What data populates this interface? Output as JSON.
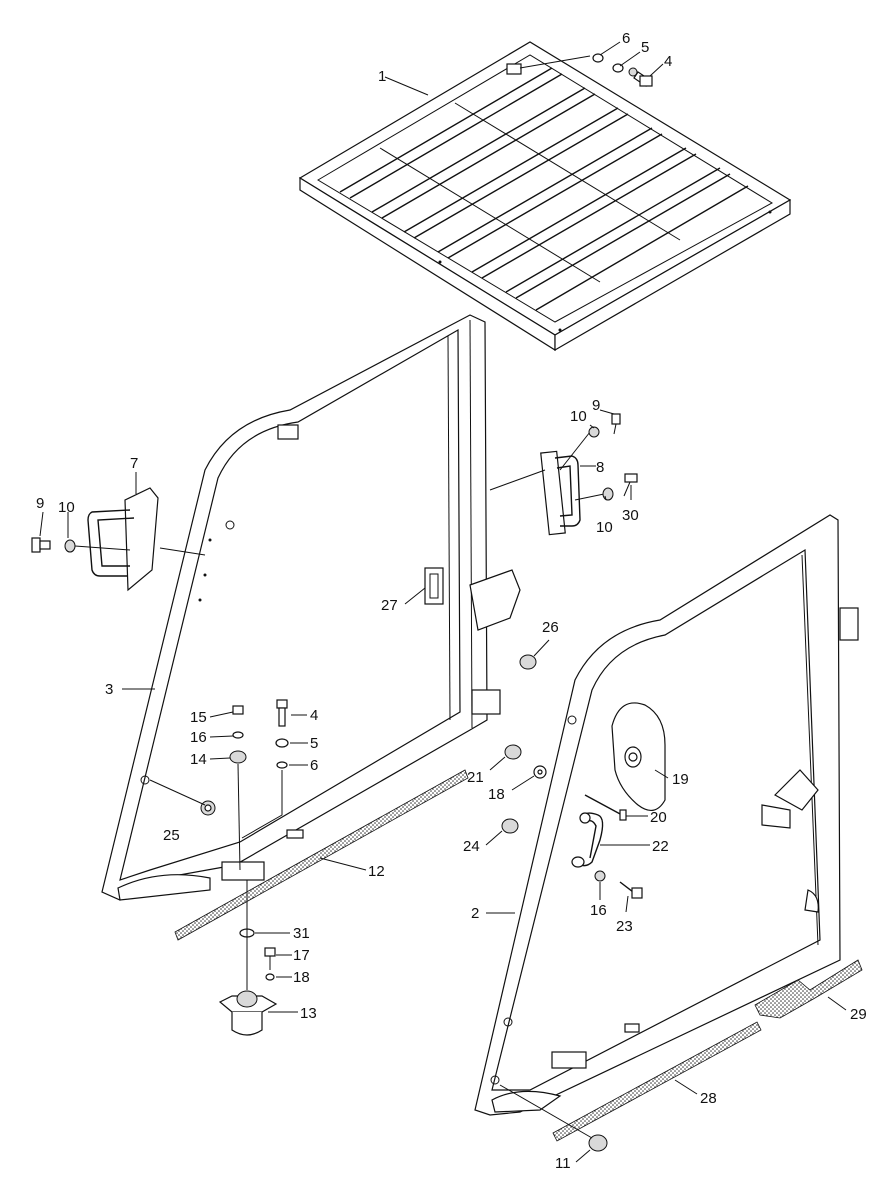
{
  "diagram": {
    "type": "exploded-parts-view",
    "callouts": [
      {
        "id": "c1",
        "text": "1"
      },
      {
        "id": "c4a",
        "text": "4"
      },
      {
        "id": "c5a",
        "text": "5"
      },
      {
        "id": "c6a",
        "text": "6"
      },
      {
        "id": "c7",
        "text": "7"
      },
      {
        "id": "c9a",
        "text": "9"
      },
      {
        "id": "c10a",
        "text": "10"
      },
      {
        "id": "c9b",
        "text": "9"
      },
      {
        "id": "c10b",
        "text": "10"
      },
      {
        "id": "c8",
        "text": "8"
      },
      {
        "id": "c10c",
        "text": "10"
      },
      {
        "id": "c30",
        "text": "30"
      },
      {
        "id": "c27",
        "text": "27"
      },
      {
        "id": "c26",
        "text": "26"
      },
      {
        "id": "c3",
        "text": "3"
      },
      {
        "id": "c15",
        "text": "15"
      },
      {
        "id": "c16a",
        "text": "16"
      },
      {
        "id": "c14",
        "text": "14"
      },
      {
        "id": "c4b",
        "text": "4"
      },
      {
        "id": "c5b",
        "text": "5"
      },
      {
        "id": "c6b",
        "text": "6"
      },
      {
        "id": "c25",
        "text": "25"
      },
      {
        "id": "c12",
        "text": "12"
      },
      {
        "id": "c31",
        "text": "31"
      },
      {
        "id": "c17",
        "text": "17"
      },
      {
        "id": "c18a",
        "text": "18"
      },
      {
        "id": "c13",
        "text": "13"
      },
      {
        "id": "c21",
        "text": "21"
      },
      {
        "id": "c18b",
        "text": "18"
      },
      {
        "id": "c19",
        "text": "19"
      },
      {
        "id": "c20",
        "text": "20"
      },
      {
        "id": "c24",
        "text": "24"
      },
      {
        "id": "c22",
        "text": "22"
      },
      {
        "id": "c2",
        "text": "2"
      },
      {
        "id": "c16b",
        "text": "16"
      },
      {
        "id": "c23",
        "text": "23"
      },
      {
        "id": "c29",
        "text": "29"
      },
      {
        "id": "c28",
        "text": "28"
      },
      {
        "id": "c11",
        "text": "11"
      }
    ]
  }
}
